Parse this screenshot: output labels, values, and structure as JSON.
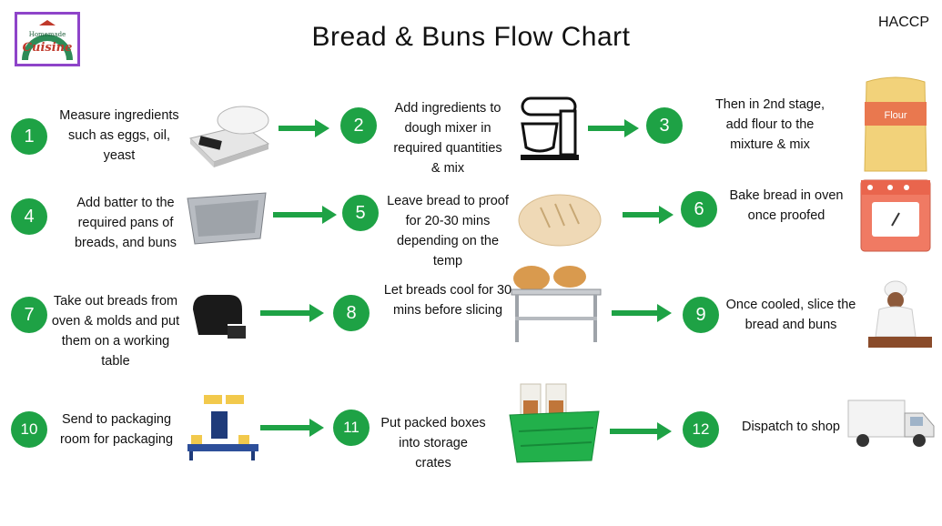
{
  "header": {
    "title": "Bread & Buns Flow Chart",
    "tag": "HACCP"
  },
  "logo": {
    "text_top": "Homemade",
    "text_main": "Cuisine"
  },
  "steps": [
    {
      "number": "1",
      "text": "Measure ingredients such as eggs, oil, yeast"
    },
    {
      "number": "2",
      "text": "Add ingredients to dough mixer in required quantities & mix"
    },
    {
      "number": "3",
      "text": "Then in 2nd stage, add flour to the mixture & mix"
    },
    {
      "number": "4",
      "text": "Add batter to the required pans of breads, and buns"
    },
    {
      "number": "5",
      "text": "Leave bread to proof for 20-30 mins depending on the temp"
    },
    {
      "number": "6",
      "text": "Bake bread in oven once proofed"
    },
    {
      "number": "7",
      "text": "Take out breads from oven & molds and put them on a working table"
    },
    {
      "number": "8",
      "text": "Let breads cool for 30 mins before slicing"
    },
    {
      "number": "9",
      "text": "Once cooled, slice the bread and buns"
    },
    {
      "number": "10",
      "text": "Send to packaging room for packaging"
    },
    {
      "number": "11",
      "text": "Put packed boxes into storage crates"
    },
    {
      "number": "12",
      "text": "Dispatch to shop"
    }
  ],
  "labels": {
    "flour_bag": "Flour"
  },
  "colors": {
    "badge": "#1ea245",
    "arrow": "#1ea245",
    "logo_border": "#8e44c9"
  }
}
